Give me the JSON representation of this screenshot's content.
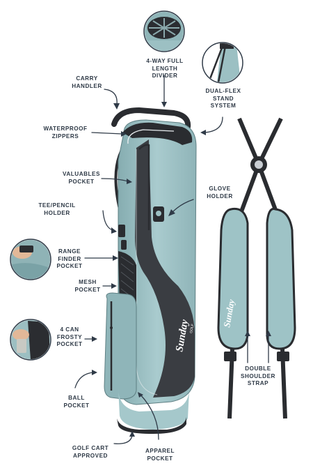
{
  "labels": {
    "divider": [
      "4-WAY FULL",
      "LENGTH",
      "DIVIDER"
    ],
    "carry": [
      "CARRY",
      "HANDLER"
    ],
    "stand": [
      "DUAL-FLEX",
      "STAND",
      "SYSTEM"
    ],
    "zippers": [
      "WATERPROOF",
      "ZIPPERS"
    ],
    "valuables": [
      "VALUABLES",
      "POCKET"
    ],
    "glove": [
      "GLOVE",
      "HOLDER"
    ],
    "tee": [
      "TEE/PENCIL",
      "HOLDER"
    ],
    "range": [
      "RANGE",
      "FINDER",
      "POCKET"
    ],
    "mesh": [
      "MESH",
      "POCKET"
    ],
    "frosty": [
      "4 CAN",
      "FROSTY",
      "POCKET"
    ],
    "ball": [
      "BALL",
      "POCKET"
    ],
    "strap": [
      "DOUBLE",
      "SHOULDER",
      "STRAP"
    ],
    "cart": [
      "GOLF CART",
      "APPROVED"
    ],
    "apparel": [
      "APPAREL",
      "POCKET"
    ]
  },
  "brand": {
    "bag_logo": "Sunday",
    "bag_logo_sub": "GOLF",
    "strap_logo": "Sunday"
  },
  "colors": {
    "bag_teal": "#9ec3c6",
    "bag_teal_dark": "#7fa7ab",
    "trim_dark": "#3a3d42",
    "label_text": "#2f3a47",
    "strap_black": "#2a2c30"
  },
  "icons": [
    "divider-detail-photo",
    "stand-detail-photo",
    "range-finder-detail-photo",
    "frosty-detail-photo"
  ]
}
